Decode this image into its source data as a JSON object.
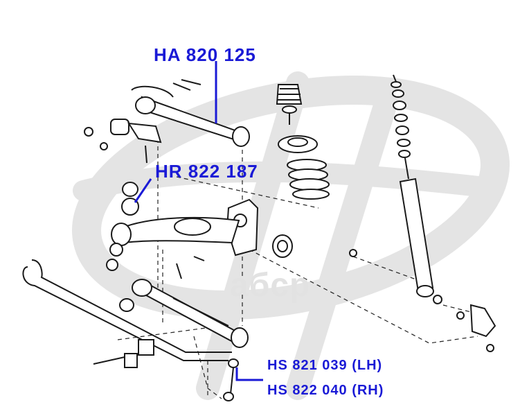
{
  "colors": {
    "label_blue": "#1a1ad6",
    "line_art": "#1a1a1a",
    "watermark": "#e3e3e3"
  },
  "watermark": {
    "text": "aбcp"
  },
  "labels": {
    "upper_arm": "HA 820 125",
    "lower_arm_bushing": "HR 822 187",
    "link_lh": "HS 821 039 (LH)",
    "link_rh": "HS 822 040 (RH)"
  }
}
